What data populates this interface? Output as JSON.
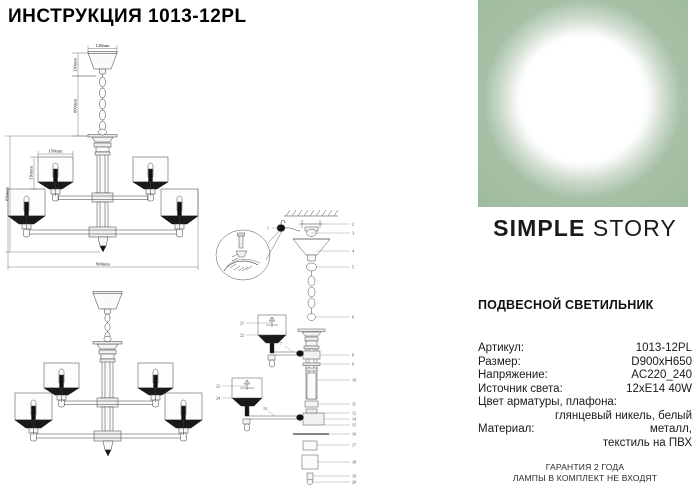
{
  "document": {
    "title": "ИНСТРУКЦИЯ 1013-12PL"
  },
  "brand": {
    "word_strong": "SIMPLE",
    "word_light": "STORY"
  },
  "product": {
    "type": "ПОДВЕСНОЙ СВЕТИЛЬНИК"
  },
  "specs": [
    {
      "label": "Артикул:",
      "value": "1013-12PL"
    },
    {
      "label": "Размер:",
      "value": "D900xH650"
    },
    {
      "label": "Напряжение:",
      "value": "AC220_240"
    },
    {
      "label": "Источник света:",
      "value": "12xE14 40W"
    },
    {
      "label": "Цвет арматуры, плафона:",
      "value": ""
    },
    {
      "label": "",
      "value": "глянцевый никель, белый"
    },
    {
      "label": "Материал:",
      "value": "металл,"
    },
    {
      "label": "",
      "value": "текстиль на ПВХ"
    }
  ],
  "footer": {
    "line1": "ГАРАНТИЯ 2 ГОДА",
    "line2": "ЛАМПЫ В КОМПЛЕКТ НЕ ВХОДЯТ"
  },
  "dimensions": {
    "canopy_width": "120mm",
    "canopy_height": "130mm",
    "chain_length": "600mm",
    "shade_width": "150mm",
    "shade_height": "130mm",
    "total_height": "650mm",
    "total_width": "900mm"
  },
  "callouts": {
    "assembly_top": [
      "1",
      "2",
      "3",
      "4",
      "5"
    ],
    "assembly_body": [
      "6",
      "7",
      "8",
      "9",
      "10",
      "11",
      "12",
      "13",
      "14",
      "15",
      "16",
      "17",
      "18",
      "19",
      "20",
      "21",
      "22",
      "23",
      "24"
    ]
  },
  "colors": {
    "brand_green": "#9fbb9f",
    "ink": "#111111",
    "line": "#4a4a4a"
  }
}
